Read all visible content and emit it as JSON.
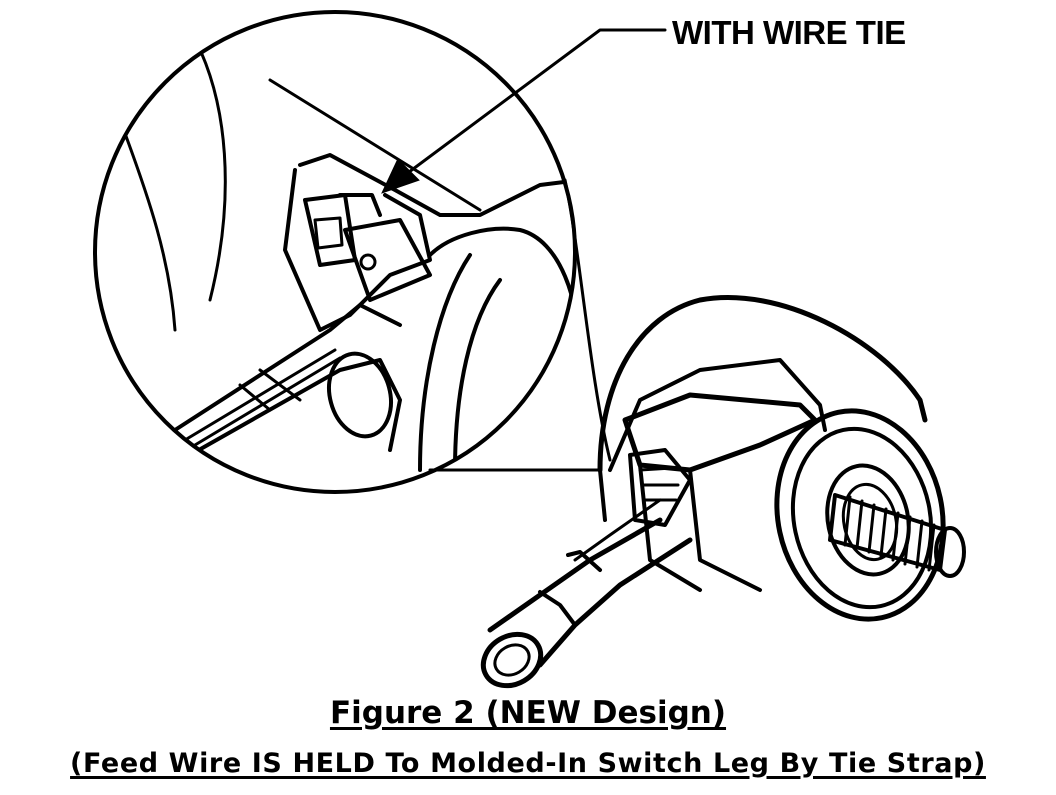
{
  "figure": {
    "callout_label": "WITH WIRE TIE",
    "title": "Figure 2 (NEW Design)",
    "caption": "(Feed Wire IS HELD To Molded-In Switch Leg By Tie Strap)"
  }
}
